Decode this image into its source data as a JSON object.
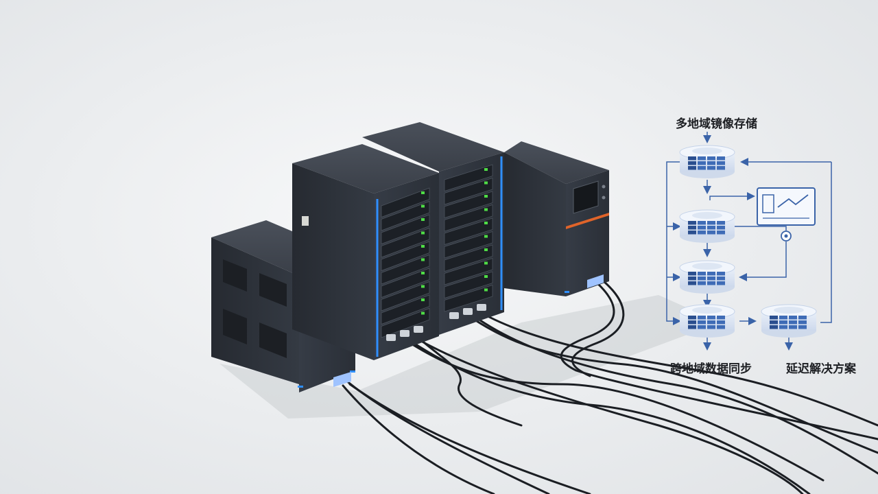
{
  "diagram": {
    "top_label": "多地域镜像存储",
    "bottom_left_label": "跨地域数据同步",
    "bottom_right_label": "延迟解决方案"
  },
  "colors": {
    "background": "#eceef0",
    "server_body": "#2b3038",
    "accent_orange": "#e0642a",
    "accent_blue": "#2f8fff",
    "led_green": "#4fdc46",
    "diagram_blue": "#3a63a8",
    "diagram_light": "#dbe5f4"
  },
  "icons": [
    "database-icon",
    "monitor-chart-icon",
    "target-icon",
    "arrow-icon"
  ]
}
